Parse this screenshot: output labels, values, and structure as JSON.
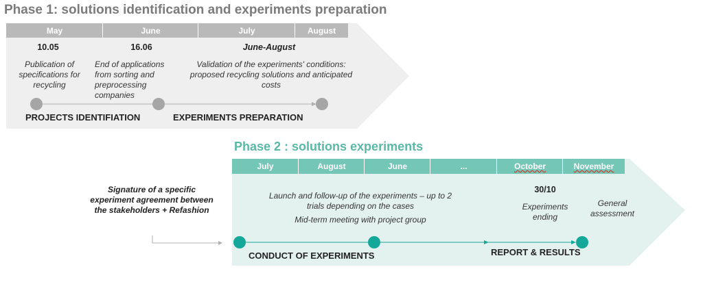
{
  "phase1": {
    "title": "Phase 1: solutions identification and experiments preparation",
    "months": [
      "May",
      "June",
      "July",
      "August"
    ],
    "dates": [
      "10.05",
      "16.06",
      "June-August"
    ],
    "descriptions": [
      "Publication of specifications for recycling",
      "End of applications from sorting and preprocessing companies",
      "Validation of the experiments' conditions: proposed recycling solutions and anticipated costs"
    ],
    "stages": [
      "PROJECTS IDENTIFIATION",
      "EXPERIMENTS PREPARATION"
    ]
  },
  "phase2": {
    "title": "Phase 2 : solutions experiments",
    "months": [
      "July",
      "August",
      "June",
      "...",
      "October",
      "November"
    ],
    "signature_note": "Signature of a specific experiment agreement between the stakeholders + Refashion",
    "main_text": "Launch and follow-up of the experiments – up to 2 trials depending on the cases",
    "meeting_text": "Mid-term meeting with project group",
    "date": "30/10",
    "ending_text": "Experiments ending",
    "assessment_text": "General assessment",
    "stages": [
      "CONDUCT OF EXPERIMENTS",
      "REPORT & RESULTS"
    ]
  },
  "colors": {
    "phase1_bg": "#efefef",
    "phase1_header": "#b9b9b9",
    "phase1_node": "#a6a6a6",
    "phase2_bg": "#e4f2ef",
    "phase2_header": "#74c6b6",
    "phase2_node": "#14a89a",
    "phase2_title": "#5ab8a7"
  }
}
